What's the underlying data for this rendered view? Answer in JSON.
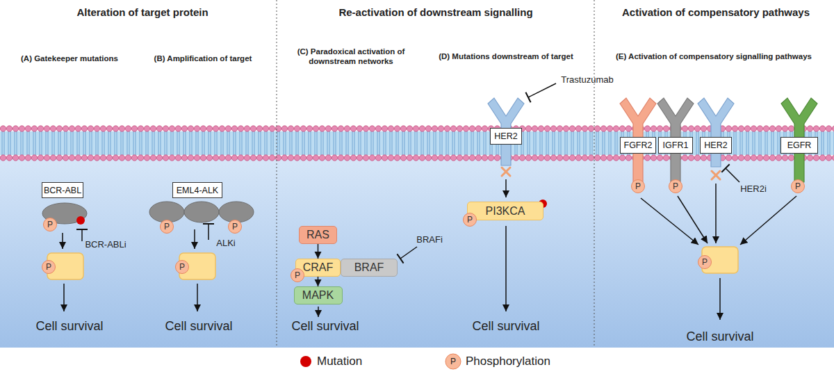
{
  "diagram": {
    "nodes": [
      {
        "text": [
          "BCR-ABL"
        ]
      },
      {
        "text": [
          "P"
        ]
      },
      {
        "text": [
          "P"
        ]
      },
      {
        "text": [
          "EML4-ALK"
        ]
      },
      {
        "text": [
          "P"
        ]
      },
      {
        "text": [
          "P"
        ]
      },
      {
        "text": [
          "P"
        ]
      },
      {
        "text": [
          "RAS"
        ]
      },
      {
        "text": [
          "CRAF"
        ]
      },
      {
        "text": [
          "BRAF"
        ]
      },
      {
        "text": [
          "P"
        ]
      },
      {
        "text": [
          "MAPK"
        ]
      },
      {
        "text": [
          "HER2"
        ]
      },
      {
        "text": [
          "PI3KCA"
        ]
      },
      {
        "text": [
          "P"
        ]
      },
      {
        "text": [
          "FGFR2"
        ]
      },
      {
        "text": [
          "IGFR1"
        ]
      },
      {
        "text": [
          "HER2"
        ]
      },
      {
        "text": [
          "EGFR"
        ]
      },
      {
        "text": [
          "P"
        ]
      },
      {
        "text": [
          "P"
        ]
      },
      {
        "text": [
          "P"
        ]
      },
      {
        "text": [
          "P"
        ]
      }
    ],
    "edges": [
      {
        "from": 7,
        "to": 8,
        "arrow": "to"
      },
      {
        "from": 8,
        "to": 11,
        "arrow": "to"
      }
    ],
    "labels": [
      "Alteration of target protein",
      "Re-activation of downstream signalling",
      "Activation of compensatory pathways",
      "(A) Gatekeeper mutations",
      "(B) Amplification of target",
      "(C) Paradoxical activation of downstream networks",
      "(D) Mutations downstream of target",
      "(E) Activation of compensatory signalling pathways",
      "BCR-ABLi",
      "Cell survival",
      "ALKi",
      "Cell survival",
      "BRAFi",
      "Cell survival",
      "Trastuzumab",
      "Cell survival",
      "HER2i",
      "Cell survival",
      "P"
    ],
    "legend": [
      {
        "text": "Mutation",
        "color": "#d40000"
      },
      {
        "text": "Phosphorylation"
      }
    ]
  }
}
